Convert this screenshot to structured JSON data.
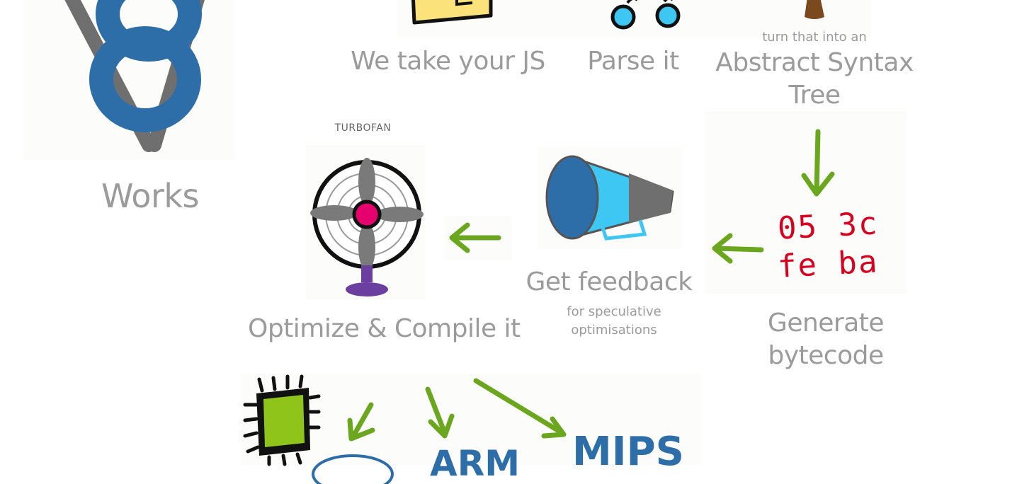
{
  "slide": {
    "works_label": "Works",
    "steps": {
      "take_js": "We take your JS",
      "parse": "Parse it",
      "ast_pre": "turn that into an",
      "ast_main": "Abstract Syntax",
      "ast_tail": "Tree",
      "bytecode_1": "Generate",
      "bytecode_2": "bytecode",
      "bytecode_hex_1": "05 3c",
      "bytecode_hex_2": "fe ba",
      "feedback": "Get feedback",
      "feedback_sub_1": "for speculative",
      "feedback_sub_2": "optimisations",
      "turbofan": "TURBOFAN",
      "optimize": "Optimize & Compile it"
    },
    "targets": [
      "ARM",
      "MIPS"
    ],
    "colors": {
      "v8_blue": "#2e6ea8",
      "arrow_green": "#6aa61e",
      "bytecode_red": "#d7001f",
      "label_gray": "#9b9b9b",
      "fan_pink": "#e5006d",
      "fan_purple": "#6b3fa0",
      "megaphone_light": "#3fc7f4",
      "chip_green": "#8fc41a",
      "note_yellow": "#fbe27a"
    },
    "icons": [
      "v8-logo-icon",
      "document-icon",
      "eyes-icon",
      "tree-icon",
      "megaphone-icon",
      "fan-icon",
      "chip-icon"
    ]
  }
}
